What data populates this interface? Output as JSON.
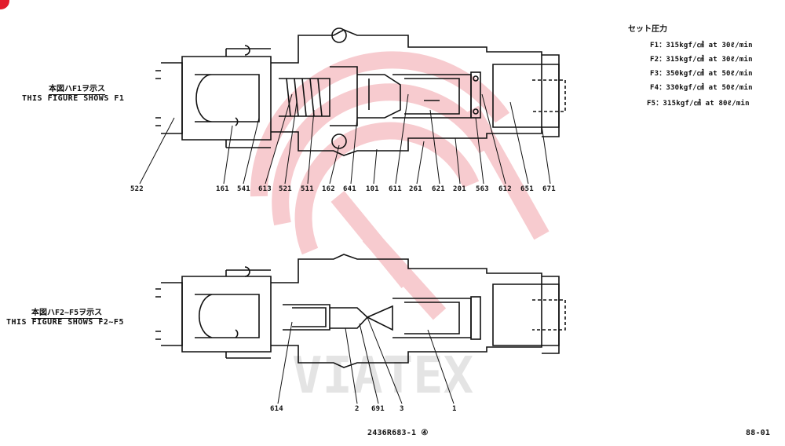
{
  "pressure_title": "セット圧力",
  "pressures": [
    "F1：315kgf/㎠  at 30ℓ/min",
    "F2：315kgf/㎠  at 30ℓ/min",
    "F3：350kgf/㎠  at 50ℓ/min",
    "F4：330kgf/㎠  at 50ℓ/min",
    "F5：315kgf/㎠  at 80ℓ/min"
  ],
  "captions": {
    "top_jp": "本図ハF1ヲ示ス",
    "top_en": "THIS FIGURE SHOWS F1",
    "bottom_jp": "本図ハF2~F5ヲ示ス",
    "bottom_en": "THIS FIGURE SHOWS F2~F5"
  },
  "top_labels": [
    "522",
    "161",
    "541",
    "613",
    "521",
    "511",
    "162",
    "641",
    "101",
    "611",
    "261",
    "621",
    "201",
    "563",
    "612",
    "651",
    "671"
  ],
  "bottom_labels": [
    "614",
    "2",
    "691",
    "3",
    "1"
  ],
  "drawing_number": "2436R683-1 ④",
  "page_code": "88-01",
  "watermark_text": "VIATEX",
  "colors": {
    "badge": "#e21b2b",
    "watermark": "#f4b9be",
    "line": "#111111"
  }
}
